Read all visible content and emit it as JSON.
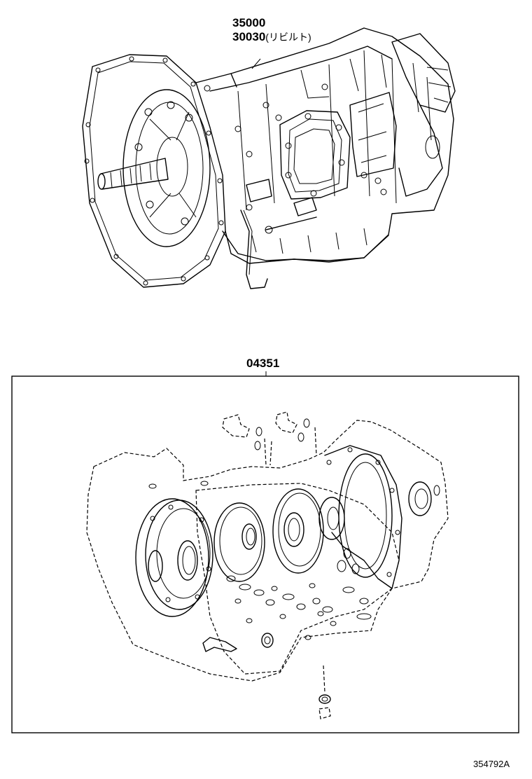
{
  "callouts": {
    "transmission_part_no": "35000",
    "rebuilt_part_no": "30030",
    "rebuilt_note": "(リビルト)",
    "gasket_kit_part_no": "04351"
  },
  "drawing_id": "354792A",
  "colors": {
    "line": "#000000",
    "background": "#ffffff"
  }
}
